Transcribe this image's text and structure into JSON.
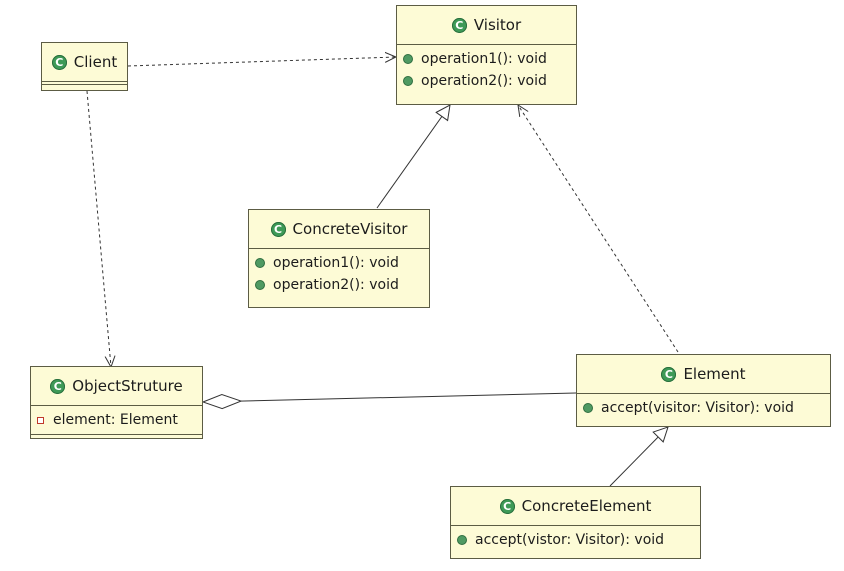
{
  "classes": {
    "visitor": {
      "name": "Visitor",
      "methods": [
        "operation1(): void",
        "operation2(): void"
      ]
    },
    "client": {
      "name": "Client"
    },
    "concrete_visitor": {
      "name": "ConcreteVisitor",
      "methods": [
        "operation1(): void",
        "operation2(): void"
      ]
    },
    "object_structure": {
      "name": "ObjectStruture",
      "fields": [
        "element: Element"
      ]
    },
    "element": {
      "name": "Element",
      "methods": [
        "accept(visitor: Visitor): void"
      ]
    },
    "concrete_element": {
      "name": "ConcreteElement",
      "methods": [
        "accept(vistor: Visitor): void"
      ]
    }
  },
  "icons": {
    "class_icon": "class-icon",
    "class_letter": "C",
    "method_icon": "public-method-icon",
    "field_icon": "private-field-icon"
  },
  "colors": {
    "class_fill": "#fdfbd6",
    "class_border": "#5c5c44",
    "class_icon": "#3e9a57",
    "line": "#333333"
  },
  "relations": [
    {
      "type": "dependency",
      "from": "Client",
      "to": "Visitor"
    },
    {
      "type": "dependency",
      "from": "Client",
      "to": "ObjectStruture"
    },
    {
      "type": "generalization",
      "from": "ConcreteVisitor",
      "to": "Visitor"
    },
    {
      "type": "dependency",
      "from": "Element",
      "to": "Visitor"
    },
    {
      "type": "aggregation",
      "from": "ObjectStruture",
      "to": "Element"
    },
    {
      "type": "generalization",
      "from": "ConcreteElement",
      "to": "Element"
    }
  ]
}
